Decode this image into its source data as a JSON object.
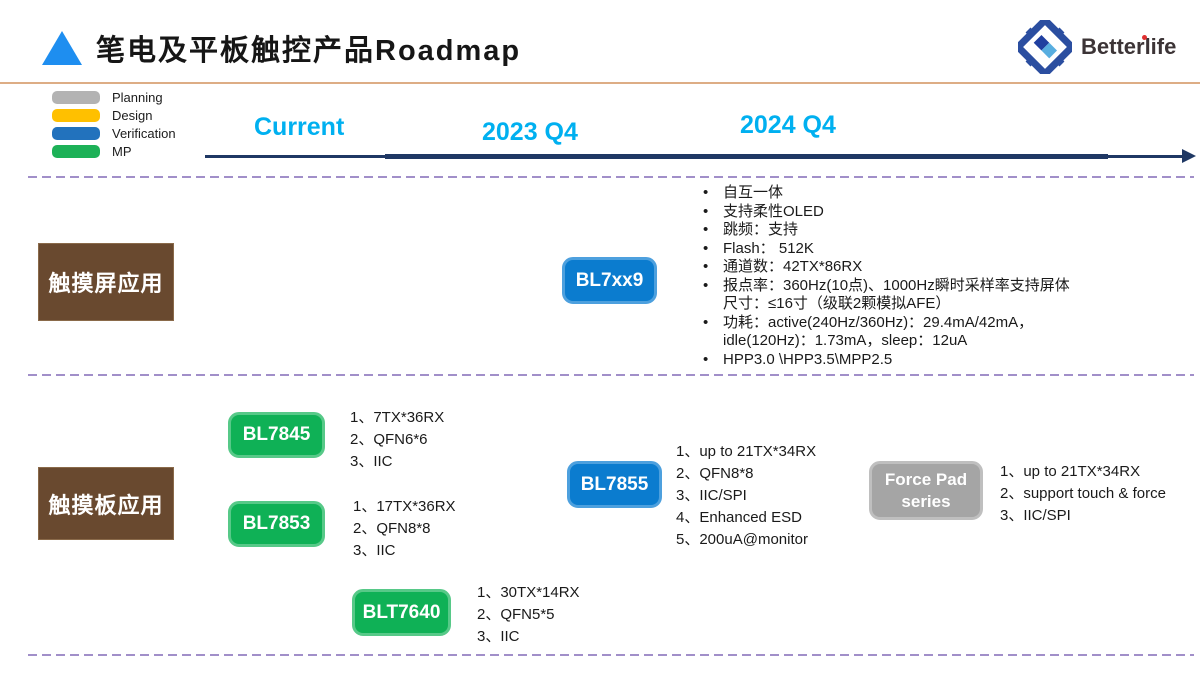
{
  "header": {
    "title": "笔电及平板触控产品Roadmap",
    "brand": "Betterlife"
  },
  "legend": {
    "items": [
      {
        "label": "Planning",
        "color": "#b3b3b3"
      },
      {
        "label": "Design",
        "color": "#ffc000"
      },
      {
        "label": "Verification",
        "color": "#2272bd"
      },
      {
        "label": "MP",
        "color": "#1db157"
      }
    ]
  },
  "timeline": {
    "labels": [
      "Current",
      "2023 Q4",
      "2024 Q4"
    ]
  },
  "colors": {
    "accent_cyan": "#00b0f0",
    "arrow_navy": "#1f3864",
    "row_label_brown": "#69492f",
    "separator_purple": "#a18fc9",
    "header_rule_tan": "#ddad85",
    "chip_blue": "#0b7ccf",
    "chip_green": "#0fb156",
    "chip_gray": "#a5a5a5"
  },
  "row1": {
    "label": "触摸屏应用",
    "chip": {
      "name": "BL7xx9",
      "stage": "Verification"
    },
    "bullets": [
      "自互一体",
      "支持柔性OLED",
      "跳频：支持",
      "Flash： 512K",
      "通道数：42TX*86RX",
      "报点率：360Hz(10点)、1000Hz瞬时采样率支持屏体\n尺寸：≤16寸（级联2颗模拟AFE）",
      "功耗：active(240Hz/360Hz)：29.4mA/42mA，\nidle(120Hz)：1.73mA，sleep：12uA",
      "HPP3.0 \\HPP3.5\\MPP2.5"
    ]
  },
  "row2": {
    "label": "触摸板应用",
    "chips": [
      {
        "name": "BL7845",
        "stage": "MP",
        "specs": [
          "1、7TX*36RX",
          "2、QFN6*6",
          "3、IIC"
        ]
      },
      {
        "name": "BL7853",
        "stage": "MP",
        "specs": [
          "1、17TX*36RX",
          "2、QFN8*8",
          "3、IIC"
        ]
      },
      {
        "name": "BL7855",
        "stage": "Verification",
        "specs": [
          "1、up to 21TX*34RX",
          "2、QFN8*8",
          "3、IIC/SPI",
          "4、Enhanced ESD",
          "5、200uA@monitor"
        ]
      },
      {
        "name": "Force Pad series",
        "stage": "Planning",
        "specs": [
          "1、up to 21TX*34RX",
          "2、support touch & force",
          "3、IIC/SPI"
        ]
      },
      {
        "name": "BLT7640",
        "stage": "MP",
        "specs": [
          "1、30TX*14RX",
          "2、QFN5*5",
          "3、IIC"
        ]
      }
    ]
  }
}
